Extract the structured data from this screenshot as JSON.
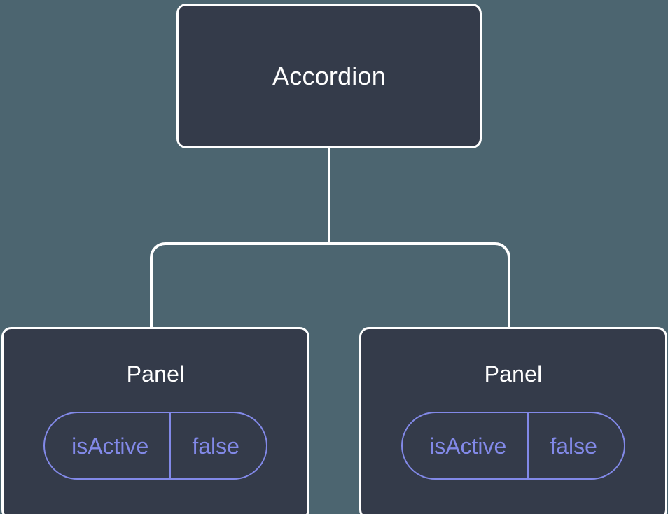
{
  "diagram": {
    "type": "component-tree",
    "background_color": "#4c6570",
    "node_fill_color": "#343b4a",
    "node_border_color": "#ffffff",
    "edge_color": "#ffffff",
    "badge_color": "#8289e8",
    "title_color": "#ffffff"
  },
  "root": {
    "label": "Accordion"
  },
  "panels": [
    {
      "label": "Panel",
      "state": {
        "key": "isActive",
        "value": "false"
      }
    },
    {
      "label": "Panel",
      "state": {
        "key": "isActive",
        "value": "false"
      }
    }
  ],
  "edges": [
    {
      "from": "Accordion",
      "to": "Panel 1"
    },
    {
      "from": "Accordion",
      "to": "Panel 2"
    }
  ]
}
